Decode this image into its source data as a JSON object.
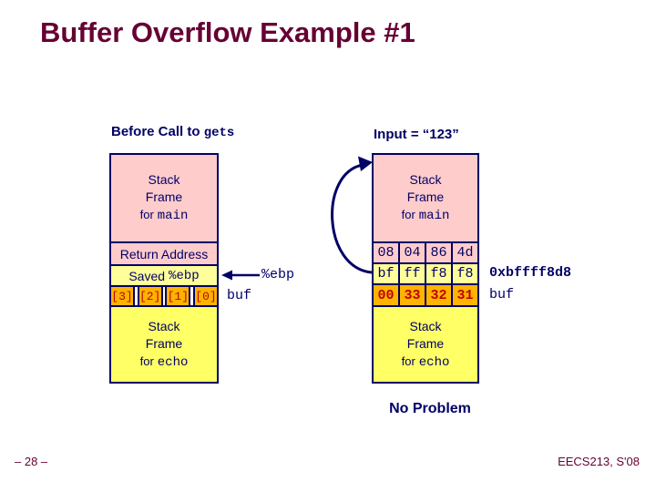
{
  "slide": {
    "title": "Buffer Overflow Example #1",
    "conclusion": "No Problem",
    "footer": {
      "page_number": "– 28 –",
      "course": "EECS213, S'08"
    }
  },
  "colors": {
    "title_maroon": "#660033",
    "navy": "#000066",
    "pink": "#FFCCCC",
    "pale_yellow": "#FFFF99",
    "yellow": "#FFFF66",
    "orange": "#FFB400",
    "byte_red": "#C00000"
  },
  "before": {
    "heading_text": "Before Call to",
    "heading_code": "gets",
    "main_frame": {
      "line1": "Stack",
      "line2": "Frame",
      "for_word": "for",
      "func": "main"
    },
    "return_address": "Return Address",
    "saved_word": "Saved",
    "saved_reg": "%ebp",
    "buf_cells": [
      "[3]",
      "[2]",
      "[1]",
      "[0]"
    ],
    "buf_label": "buf",
    "ebp_pointer_label": "%ebp",
    "echo_frame": {
      "line1": "Stack",
      "line2": "Frame",
      "for_word": "for",
      "func": "echo"
    }
  },
  "after": {
    "heading": "Input = “123”",
    "main_frame": {
      "line1": "Stack",
      "line2": "Frame",
      "for_word": "for",
      "func": "main"
    },
    "rows": [
      {
        "cells": [
          "08",
          "04",
          "86",
          "4d"
        ]
      },
      {
        "cells": [
          "bf",
          "ff",
          "f8",
          "f8"
        ],
        "label": "0xbffff8d8"
      },
      {
        "cells": [
          "00",
          "33",
          "32",
          "31"
        ],
        "label": "buf"
      }
    ],
    "echo_frame": {
      "line1": "Stack",
      "line2": "Frame",
      "for_word": "for",
      "func": "echo"
    }
  }
}
